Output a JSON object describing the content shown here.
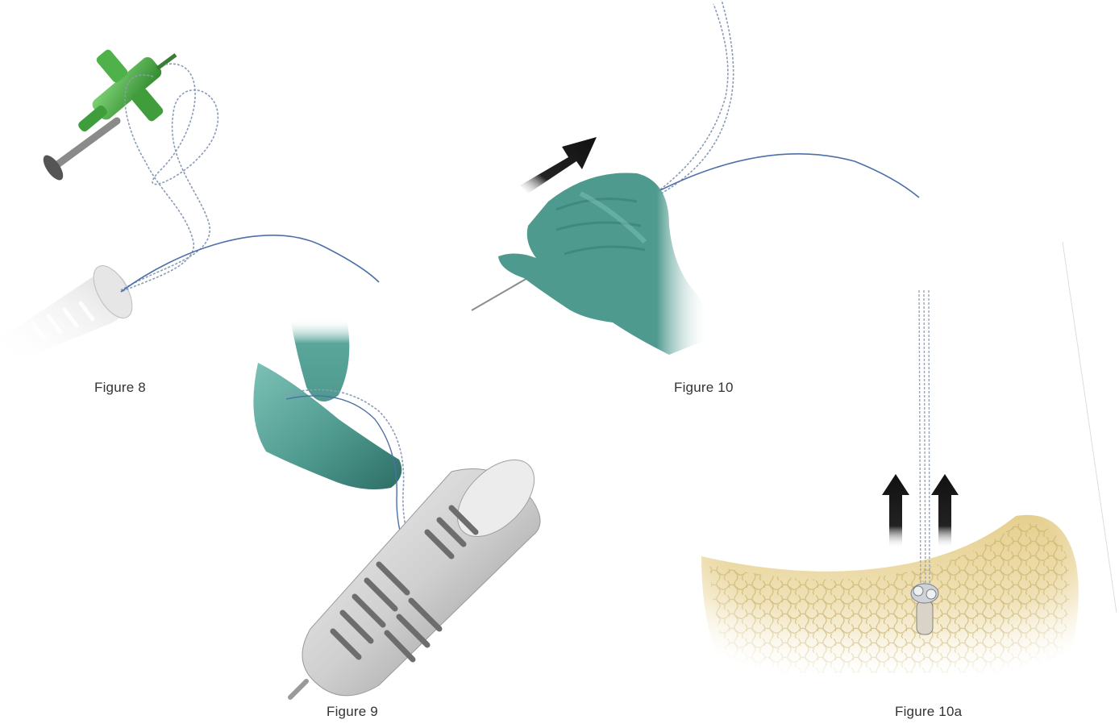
{
  "figures": [
    {
      "id": "fig8",
      "caption": "Figure 8"
    },
    {
      "id": "fig9",
      "caption": "Figure 9"
    },
    {
      "id": "fig10",
      "caption": "Figure 10"
    },
    {
      "id": "fig10a",
      "caption": "Figure 10a"
    }
  ],
  "colors": {
    "glove": "#4f9a8f",
    "glove_dark": "#2d6e66",
    "glove_light": "#7cc1b6",
    "applicator_green": "#4fb14a",
    "bone": "#ead7a0",
    "bone_dark": "#c9b46e",
    "arrow": "#111111",
    "suture_blue": "#4c6fa8",
    "metal": "#c9c9c9"
  }
}
